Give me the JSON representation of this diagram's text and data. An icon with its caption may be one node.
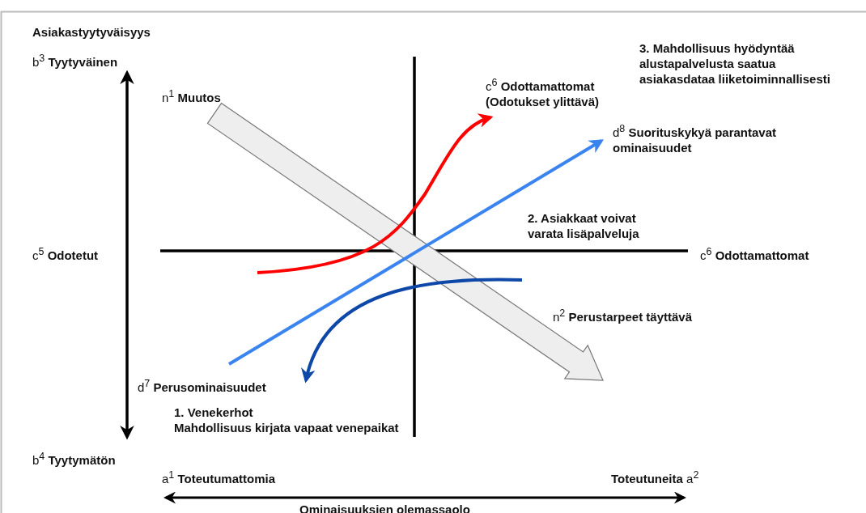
{
  "diagram": {
    "labels": [
      "Asiakastyytyväisyys",
      "b$^{3}$ **Tyytyväinen**",
      "3. Mahdollisuus hyödyntää alustapalvelusta saatua asiakasdataa liiketoiminnallisesti",
      "n$^{1}$ **Muutos**",
      "c$^{6}$ **Odottamattomat (Odotukset ylittävä)**",
      "d$^{8}$ **Suorituskykyä parantavat ominaisuudet**",
      "2. Asiakkaat voivat varata lisäpalveluja",
      "c$^{5}$ **Odotetut**",
      "c$^{6}$ **Odottamattomat**",
      "n$^{2}$ **Perustarpeet täyttävä**",
      "d$^{7}$ **Perusominaisuudet**",
      "1. Venekerhot Mahdollisuus kirjata vapaat venepaikat",
      "b$^{4}$ **Tyytymätön**",
      "a$^{1}$ **Toteutumattomia**",
      "**Toteutuneita** a$^{2}$",
      "Ominaisuuksien olemassaolo"
    ]
  }
}
